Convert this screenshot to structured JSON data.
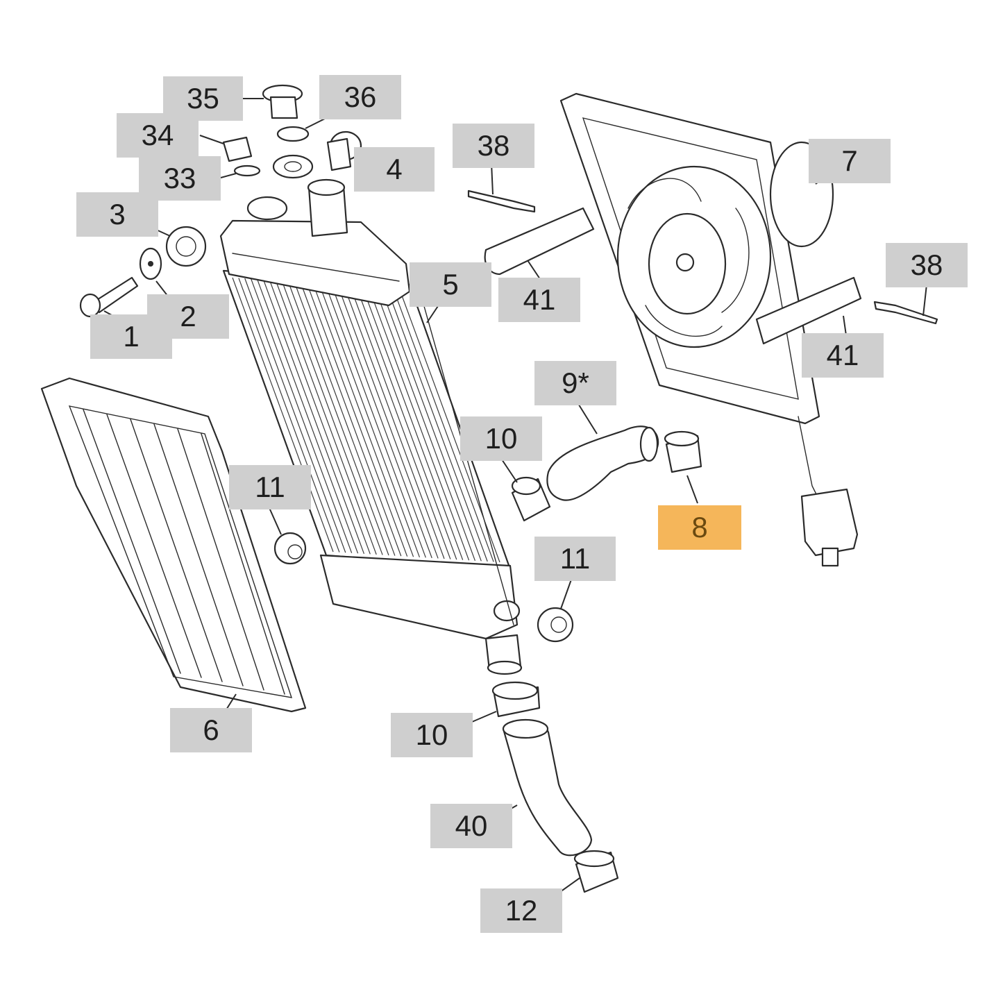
{
  "diagram": {
    "highlight_color": "#f5b65a",
    "callout_color": "#cfcfcf",
    "callouts": [
      {
        "key": "c35",
        "label": "35"
      },
      {
        "key": "c36",
        "label": "36"
      },
      {
        "key": "c34",
        "label": "34"
      },
      {
        "key": "c4",
        "label": "4"
      },
      {
        "key": "c33",
        "label": "33"
      },
      {
        "key": "c38a",
        "label": "38"
      },
      {
        "key": "c7",
        "label": "7"
      },
      {
        "key": "c3",
        "label": "3"
      },
      {
        "key": "c5",
        "label": "5"
      },
      {
        "key": "c41a",
        "label": "41"
      },
      {
        "key": "c38b",
        "label": "38"
      },
      {
        "key": "c2",
        "label": "2"
      },
      {
        "key": "c1",
        "label": "1"
      },
      {
        "key": "c41b",
        "label": "41"
      },
      {
        "key": "c9",
        "label": "9*"
      },
      {
        "key": "c10a",
        "label": "10"
      },
      {
        "key": "c11a",
        "label": "11"
      },
      {
        "key": "c8",
        "label": "8",
        "highlighted": true
      },
      {
        "key": "c11b",
        "label": "11"
      },
      {
        "key": "c10b",
        "label": "10"
      },
      {
        "key": "c6",
        "label": "6"
      },
      {
        "key": "c40",
        "label": "40"
      },
      {
        "key": "c12",
        "label": "12"
      }
    ]
  }
}
